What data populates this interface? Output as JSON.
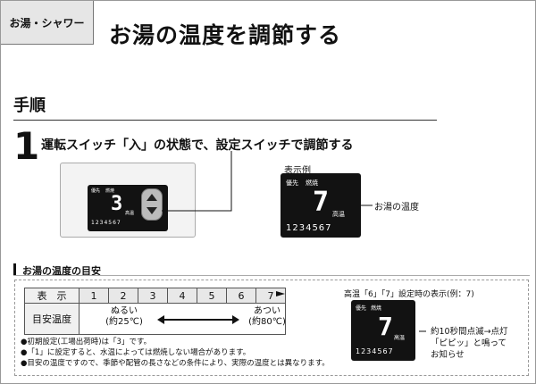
{
  "header": {
    "category": "お湯・シャワー",
    "title": "お湯の温度を調節する"
  },
  "procedure": {
    "heading": "手順"
  },
  "step1": {
    "number": "1",
    "text": "運転スイッチ「入」の状態で、設定スイッチで調節する"
  },
  "remote": {
    "indicator1": "優先",
    "indicator2": "燃焼",
    "digit": "3",
    "unit": "高温",
    "scale": "1234567"
  },
  "example": {
    "label": "表示例",
    "indicator1": "優先",
    "indicator2": "燃焼",
    "digit": "7",
    "unit": "高温",
    "scale": "1234567",
    "annotation": "お湯の温度"
  },
  "guide": {
    "heading": "お湯の温度の目安",
    "header_label": "表　示",
    "levels": [
      "1",
      "2",
      "3",
      "4",
      "5",
      "6",
      "7"
    ],
    "row_label": "目安温度",
    "low_label": "ぬるい",
    "low_temp": "(約25℃)",
    "high_label": "あつい",
    "high_temp": "(約80℃)"
  },
  "notes": [
    "●初期設定(工場出荷時)は「3」です。",
    "●「1」に設定すると、水温によっては燃焼しない場合があります。",
    "●目安の温度ですので、季節や配管の長さなどの条件により、実際の温度とは異なります。"
  ],
  "note_example": {
    "caption": "高温「6」「7」設定時の表示(例：7)",
    "indicator1": "優先",
    "indicator2": "燃焼",
    "digit": "7",
    "unit": "高温",
    "scale": "1234567",
    "line1": "約10秒間点滅→点灯",
    "line2": "「ピピッ」と鳴って",
    "line3": "お知らせ"
  }
}
